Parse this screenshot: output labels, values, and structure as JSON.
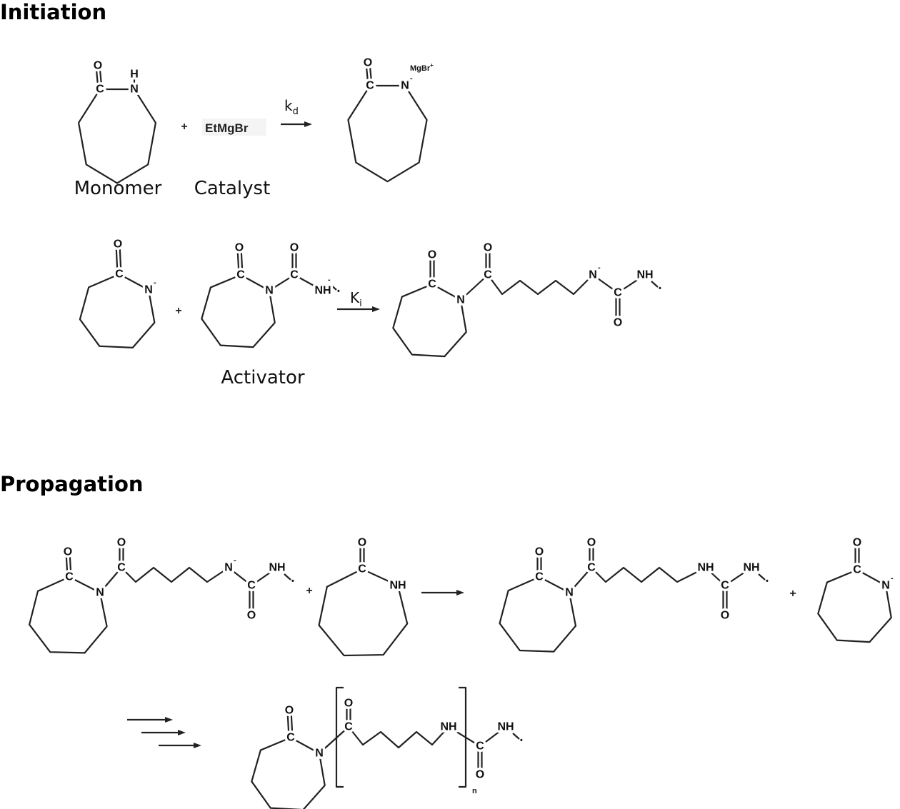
{
  "sections": {
    "initiation": "Initiation",
    "propagation": "Propagation"
  },
  "labels": {
    "monomer": "Monomer",
    "catalyst": "Catalyst",
    "activator": "Activator",
    "catalyst_formula": "EtMgBr",
    "counterion": "MgBr",
    "counterion_charge": "+",
    "repeat_index": "n",
    "plus": "+"
  },
  "rate_constants": {
    "kd": {
      "main": "k",
      "sub": "d"
    },
    "ki": {
      "main": "K",
      "sub": "i"
    }
  },
  "atoms": {
    "O": "O",
    "C": "C",
    "N": "N",
    "NH": "NH",
    "H": "H",
    "anion_mark": "-",
    "radical_mark": "•"
  }
}
